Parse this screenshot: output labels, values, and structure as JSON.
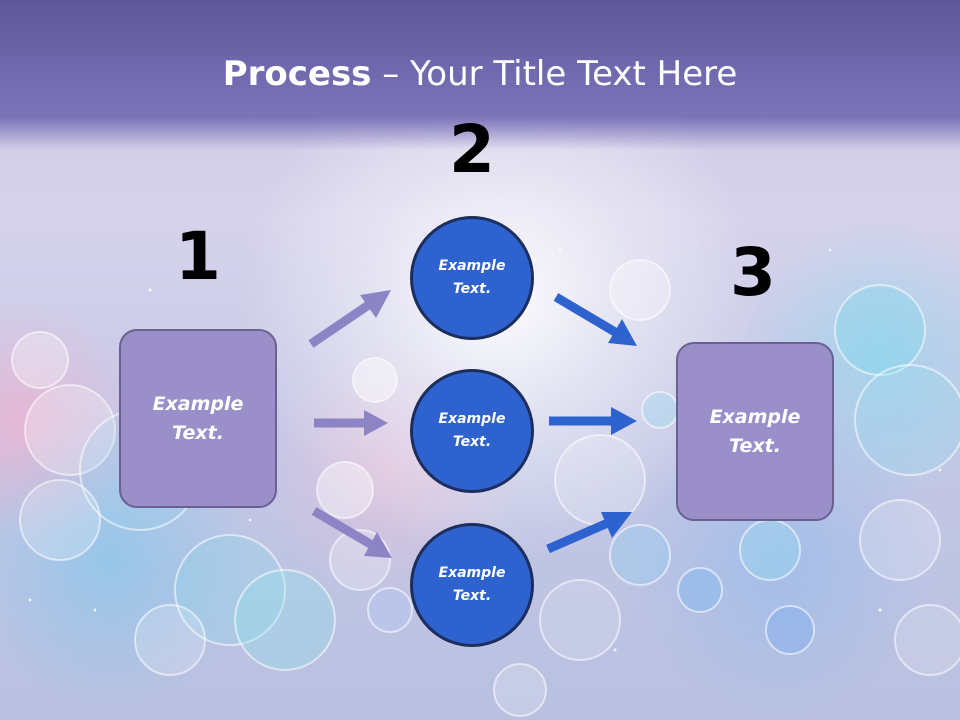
{
  "title": {
    "bold": "Process",
    "rest": " – Your Title Text Here"
  },
  "steps": {
    "one": "1",
    "two": "2",
    "three": "3"
  },
  "boxes": {
    "left_text": "Example Text.",
    "right_text": "Example Text."
  },
  "circles": [
    {
      "text": "Example Text."
    },
    {
      "text": "Example Text."
    },
    {
      "text": "Example Text."
    }
  ],
  "colors": {
    "title_band": "#6f68ad",
    "box_fill": "#9a8fc9",
    "box_border": "#6a6192",
    "circle_fill": "#2d62cf",
    "circle_border": "#1c2e5e",
    "arrow_left": "#8c84c4",
    "arrow_right": "#2d62cf"
  }
}
